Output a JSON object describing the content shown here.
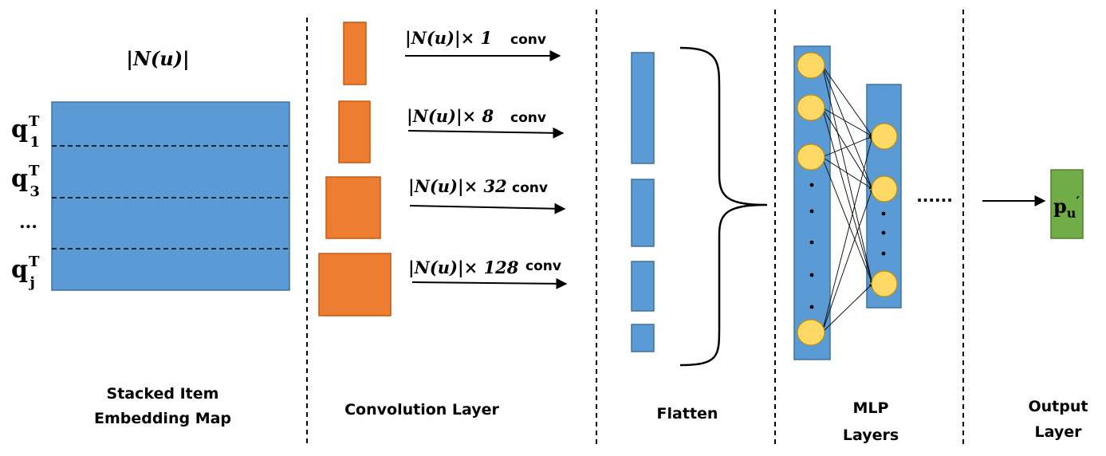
{
  "stacked": {
    "header_label": "|N(u)|",
    "row_labels": [
      {
        "base": "q",
        "sub": "1",
        "sup": "T"
      },
      {
        "base": "q",
        "sub": "3",
        "sup": "T"
      },
      {
        "base": "...",
        "sub": "",
        "sup": ""
      },
      {
        "base": "q",
        "sub": "j",
        "sup": "T"
      }
    ],
    "caption_line1": "Stacked Item",
    "caption_line2": "Embedding Map"
  },
  "convolution": {
    "filters": [
      {
        "size_label": "|N(u)|× 1",
        "type_label": "conv"
      },
      {
        "size_label": "|N(u)|× 8",
        "type_label": "conv"
      },
      {
        "size_label": "|N(u)|× 32",
        "type_label": "conv"
      },
      {
        "size_label": "|N(u)|× 128",
        "type_label": "conv"
      }
    ],
    "caption": "Convolution Layer"
  },
  "flatten": {
    "caption": "Flatten"
  },
  "mlp": {
    "caption_line1": "MLP",
    "caption_line2": "Layers",
    "ellipsis": "......"
  },
  "output": {
    "symbol": "p",
    "subscript": "u",
    "prime": "′",
    "caption_line1": "Output",
    "caption_line2": "Layer"
  },
  "colors": {
    "blue": "#5b9bd5",
    "blue_stroke": "#41719c",
    "orange": "#ed7d31",
    "orange_stroke": "#c55a11",
    "green": "#70ad47",
    "green_stroke": "#507e32",
    "node": "#ffd966",
    "node_stroke": "#bf9000"
  }
}
